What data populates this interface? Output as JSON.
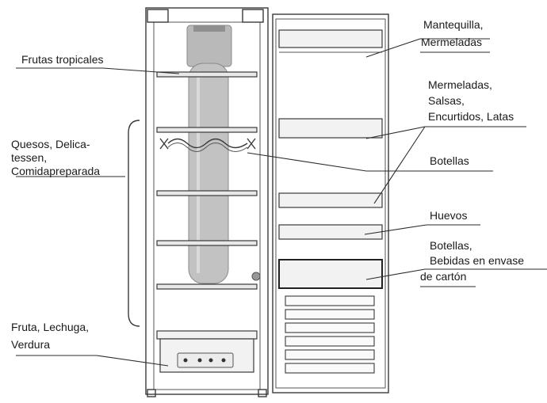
{
  "labels": {
    "frutas_tropicales": "Frutas tropicales",
    "quesos_1": "Quesos, Delica-",
    "quesos_2": "tessen,",
    "quesos_3": "Comidapreparada",
    "fruta_1": "Fruta, Lechuga,",
    "fruta_2": "Verdura",
    "mantequilla_1": "Mantequilla,",
    "mantequilla_2": "Mermeladas",
    "mermeladas_1": "Mermeladas,",
    "mermeladas_2": "Salsas,",
    "mermeladas_3": "Encurtidos, Latas",
    "botellas": "Botellas",
    "huevos": "Huevos",
    "botellas2_1": "Botellas,",
    "botellas2_2": "Bebidas en envase",
    "botellas2_3": "de cartón"
  },
  "colors": {
    "outline": "#3a3a3a",
    "fan_duct_fill": "#b9b9b9",
    "fan_duct_stroke": "#8a8a8a",
    "shelf_fill": "#e8e8e8"
  }
}
